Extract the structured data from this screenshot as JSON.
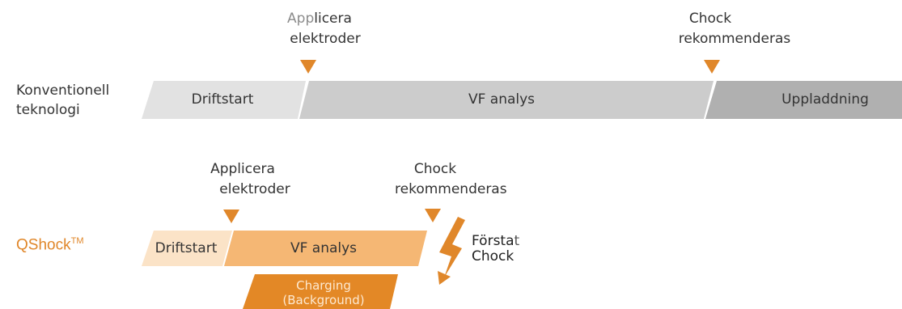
{
  "colors": {
    "accent": "#e0872a",
    "conv_driftstart": "#e2e2e2",
    "conv_vf": "#cccccc",
    "conv_upload": "#b0b0b0",
    "qs_driftstart": "#fbe3c7",
    "qs_vf": "#f5b774",
    "qs_charging": "#e38826"
  },
  "conventional": {
    "row_label_line1": "Konventionell",
    "row_label_line2": "teknologi",
    "marker1_line1_muted": "App",
    "marker1_line1_rest": "licera",
    "marker1_line2": "elektroder",
    "marker2_line1": "Chock",
    "marker2_line2": "rekommenderas",
    "seg_driftstart": "Driftstart",
    "seg_vf": "VF analys",
    "seg_upload": "Uppladdning"
  },
  "qshock": {
    "brand": "QShock",
    "brand_tm": "TM",
    "marker1_line1": "Applicera",
    "marker1_line2": "elektroder",
    "marker2_line1": "Chock",
    "marker2_line2": "rekommenderas",
    "seg_driftstart": "Driftstart",
    "seg_vf": "VF analys",
    "seg_charging_line1": "Charging",
    "seg_charging_line2": "(Background)",
    "first_shock_line1_main": "Förstа",
    "first_shock_line1_thin": "t",
    "first_shock_line2": "Chock",
    "lightning_icon": "lightning-bolt-icon",
    "marker_icon": "triangle-down-icon"
  }
}
